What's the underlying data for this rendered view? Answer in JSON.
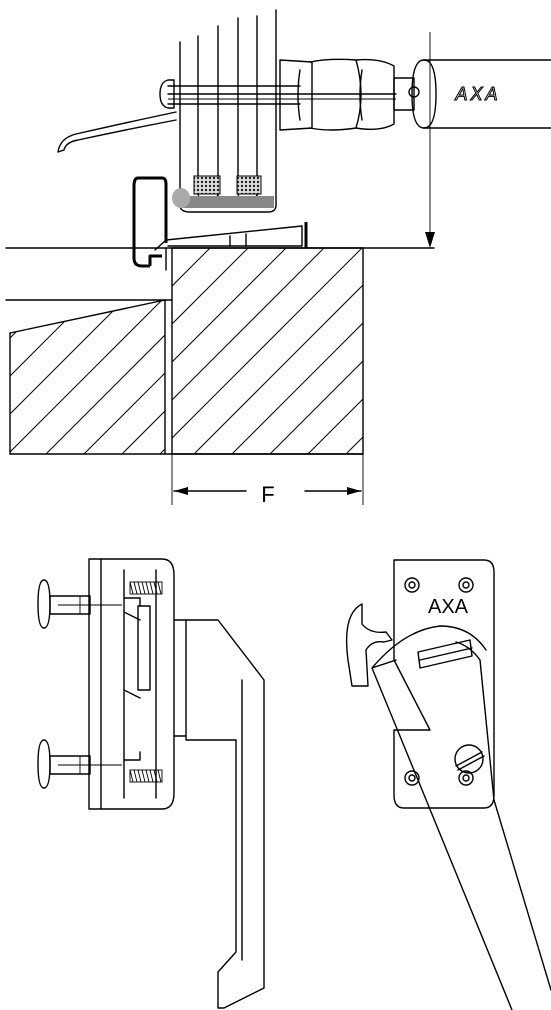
{
  "dimension_label": "F",
  "brand_cylinder": "AXA",
  "brand_plate": "AXA",
  "colors": {
    "line": "#000000",
    "seal": "#888888",
    "gasket": "#aaaaaa",
    "background": "#ffffff"
  }
}
